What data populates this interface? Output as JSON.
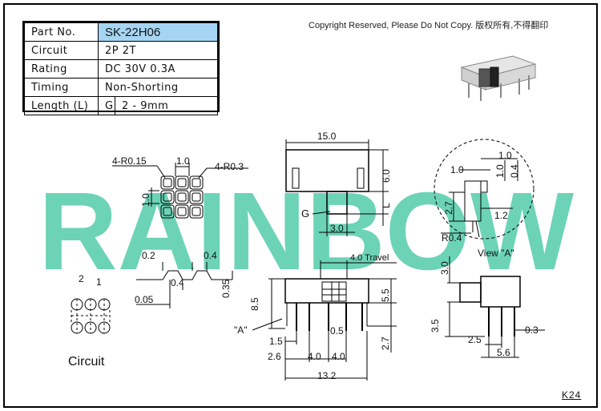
{
  "spec_table": {
    "rows": [
      {
        "label": "Part No.",
        "value": "SK-22H06"
      },
      {
        "label": "Circuit",
        "value": "2P 2T"
      },
      {
        "label": "Rating",
        "value": "DC 30V 0.3A"
      },
      {
        "label": "Timing",
        "value": "Non-Shorting"
      },
      {
        "label": "Length (L)",
        "value": "G",
        "value2": "2 - 9mm"
      }
    ]
  },
  "copyright": "Copyright Reserved, Please Do Not Copy. 版权所有,不得翻印",
  "watermark": "RAINBOW",
  "watermark_color": "#5fcfb0",
  "part_code": "K24",
  "dimensions": {
    "top_slider": {
      "width": "15.0",
      "right_height": "6.0",
      "right_length": "L",
      "gate_width": "3.0",
      "gate_label": "G"
    },
    "contact_grid": {
      "r_left": "4-R0.15",
      "r_right": "4-R0.3",
      "pitch": "1.0",
      "side_pitch": "1.0"
    },
    "profile": {
      "left": "0.2",
      "right": "0.4",
      "mid": "0.4",
      "height": "0.35",
      "base": "0.05"
    },
    "circuit": {
      "pin_left": "2",
      "pin_right": "1",
      "label": "Circuit"
    },
    "front": {
      "travel": "4.0 Travel",
      "height": "8.5",
      "right_upper": "5.5",
      "right_lower": "2.7",
      "pin_lead": "1.5",
      "pin_gap": "0.5",
      "edge": "2.6",
      "pitch_a": "4.0",
      "pitch_b": "4.0",
      "total": "13.2",
      "marker": "\"A\""
    },
    "detail": {
      "top_a": "1.0",
      "top_b": "1.0",
      "side_a": "1.0",
      "side_b": "0.4",
      "height": "2.7",
      "bottom": "1.2",
      "radius": "R0.4",
      "view_label": "View \"A\""
    },
    "side": {
      "top": "3.0",
      "lower": "3.5",
      "pitch": "2.5",
      "width": "5.6",
      "lead": "0.3"
    }
  }
}
